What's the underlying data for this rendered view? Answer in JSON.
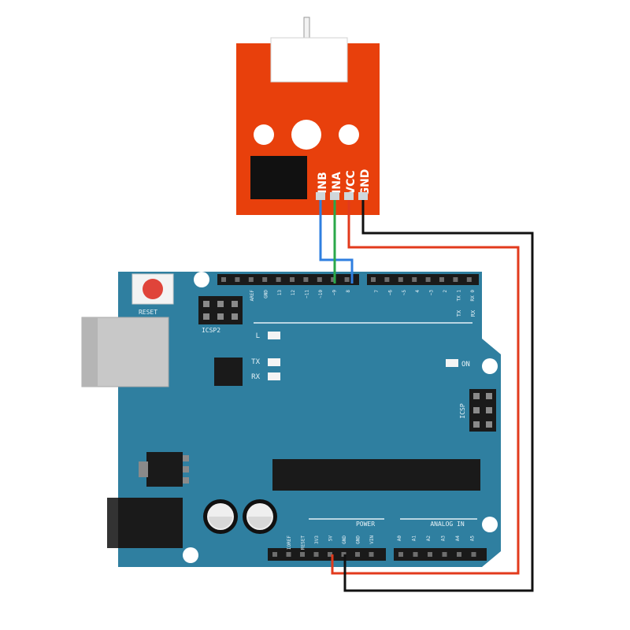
{
  "module": {
    "pins": [
      "INB",
      "INA",
      "VCC",
      "GND"
    ],
    "color": "#e8400c"
  },
  "board": {
    "color": "#2f7fa0",
    "reset_label": "RESET",
    "icsp2_label": "ICSP2",
    "icsp_label": "ICSP",
    "led_l": "L",
    "led_tx": "TX",
    "led_rx": "RX",
    "on_label": "ON",
    "tx_pin_label": "TX",
    "rx_pin_label": "RX",
    "digital_header_labels": [
      "AREF",
      "GND",
      "13",
      "12",
      "~11",
      "~10",
      "~9",
      "8"
    ],
    "digital_header2_labels": [
      "7",
      "~6",
      "~5",
      "4",
      "~3",
      "2",
      "TX 1",
      "RX 0"
    ],
    "power_title": "POWER",
    "power_labels": [
      "IOREF",
      "RESET",
      "3V3",
      "5V",
      "GND",
      "GND",
      "VIN"
    ],
    "analog_title": "ANALOG IN",
    "analog_labels": [
      "A0",
      "A1",
      "A2",
      "A3",
      "A4",
      "A5"
    ]
  },
  "wires": {
    "blue": "#2f7fe0",
    "green": "#2aa84a",
    "red": "#e23a1c",
    "black": "#111111"
  }
}
